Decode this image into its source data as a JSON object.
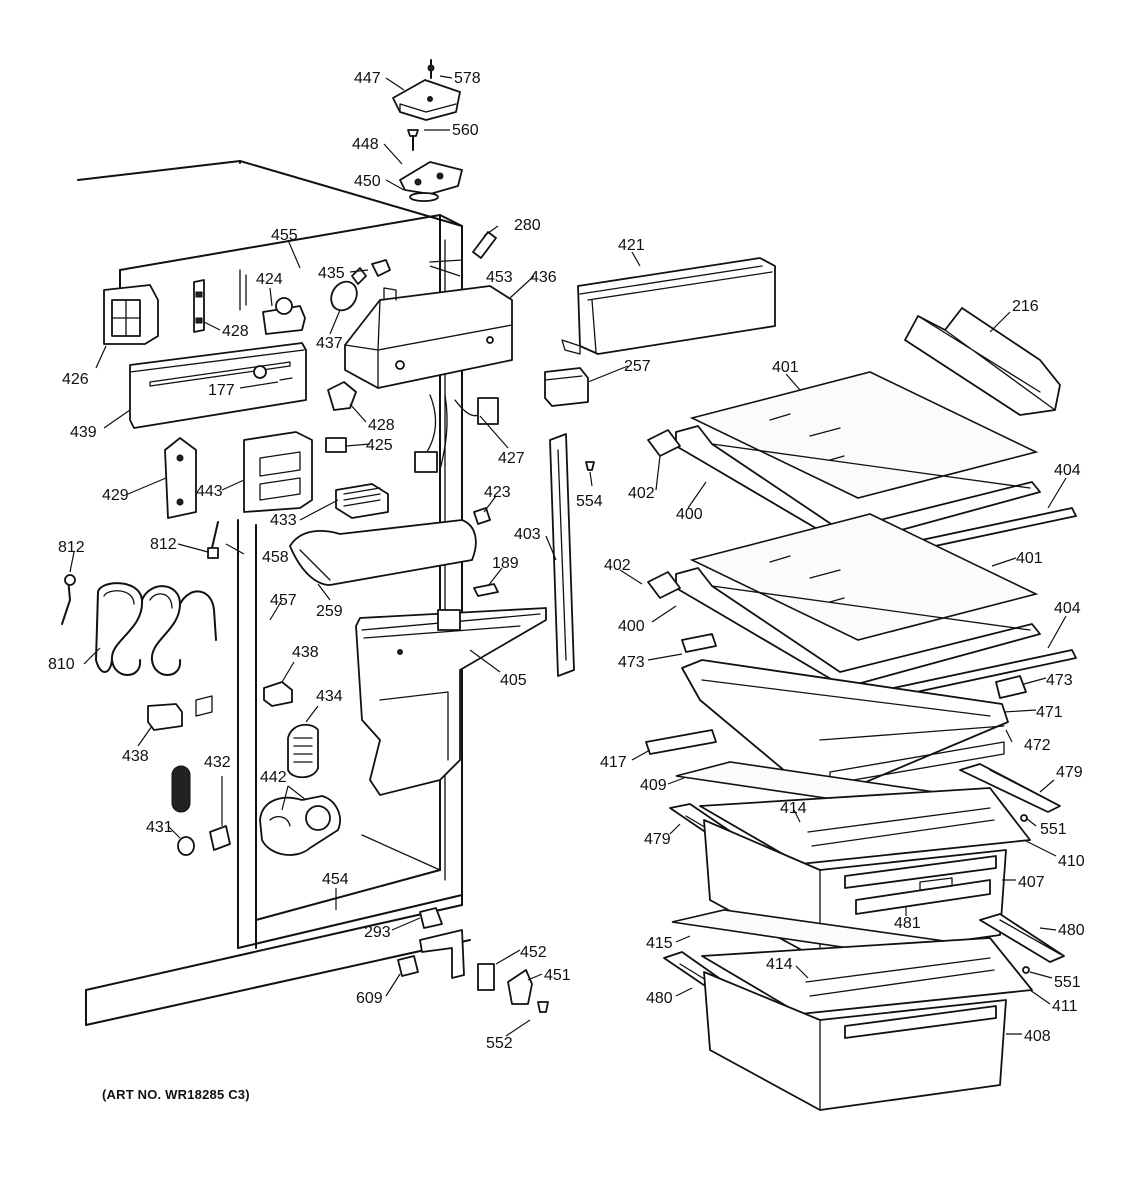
{
  "art_note": "(ART NO. WR18285 C3)",
  "labels": [
    {
      "id": "447",
      "text": "447"
    },
    {
      "id": "578",
      "text": "578"
    },
    {
      "id": "560",
      "text": "560"
    },
    {
      "id": "448",
      "text": "448"
    },
    {
      "id": "450",
      "text": "450"
    },
    {
      "id": "280",
      "text": "280"
    },
    {
      "id": "455",
      "text": "455"
    },
    {
      "id": "435",
      "text": "435"
    },
    {
      "id": "453",
      "text": "453"
    },
    {
      "id": "436",
      "text": "436"
    },
    {
      "id": "421",
      "text": "421"
    },
    {
      "id": "216",
      "text": "216"
    },
    {
      "id": "424",
      "text": "424"
    },
    {
      "id": "428a",
      "text": "428"
    },
    {
      "id": "437",
      "text": "437"
    },
    {
      "id": "257",
      "text": "257"
    },
    {
      "id": "401a",
      "text": "401"
    },
    {
      "id": "426",
      "text": "426"
    },
    {
      "id": "177",
      "text": "177"
    },
    {
      "id": "428b",
      "text": "428"
    },
    {
      "id": "439",
      "text": "439"
    },
    {
      "id": "425",
      "text": "425"
    },
    {
      "id": "427",
      "text": "427"
    },
    {
      "id": "402a",
      "text": "402"
    },
    {
      "id": "554",
      "text": "554"
    },
    {
      "id": "404a",
      "text": "404"
    },
    {
      "id": "429",
      "text": "429"
    },
    {
      "id": "443",
      "text": "443"
    },
    {
      "id": "400a",
      "text": "400"
    },
    {
      "id": "423",
      "text": "423"
    },
    {
      "id": "433",
      "text": "433"
    },
    {
      "id": "403",
      "text": "403"
    },
    {
      "id": "812a",
      "text": "812"
    },
    {
      "id": "812b",
      "text": "812"
    },
    {
      "id": "458",
      "text": "458"
    },
    {
      "id": "401b",
      "text": "401"
    },
    {
      "id": "189",
      "text": "189"
    },
    {
      "id": "402b",
      "text": "402"
    },
    {
      "id": "457",
      "text": "457"
    },
    {
      "id": "259",
      "text": "259"
    },
    {
      "id": "404b",
      "text": "404"
    },
    {
      "id": "400b",
      "text": "400"
    },
    {
      "id": "810",
      "text": "810"
    },
    {
      "id": "473a",
      "text": "473"
    },
    {
      "id": "438a",
      "text": "438"
    },
    {
      "id": "405",
      "text": "405"
    },
    {
      "id": "473b",
      "text": "473"
    },
    {
      "id": "434",
      "text": "434"
    },
    {
      "id": "471",
      "text": "471"
    },
    {
      "id": "472",
      "text": "472"
    },
    {
      "id": "438b",
      "text": "438"
    },
    {
      "id": "417",
      "text": "417"
    },
    {
      "id": "432",
      "text": "432"
    },
    {
      "id": "442",
      "text": "442"
    },
    {
      "id": "479a",
      "text": "479"
    },
    {
      "id": "409",
      "text": "409"
    },
    {
      "id": "414a",
      "text": "414"
    },
    {
      "id": "551a",
      "text": "551"
    },
    {
      "id": "431",
      "text": "431"
    },
    {
      "id": "479b",
      "text": "479"
    },
    {
      "id": "410",
      "text": "410"
    },
    {
      "id": "454",
      "text": "454"
    },
    {
      "id": "407",
      "text": "407"
    },
    {
      "id": "481",
      "text": "481"
    },
    {
      "id": "293",
      "text": "293"
    },
    {
      "id": "480a",
      "text": "480"
    },
    {
      "id": "415",
      "text": "415"
    },
    {
      "id": "452",
      "text": "452"
    },
    {
      "id": "414b",
      "text": "414"
    },
    {
      "id": "451",
      "text": "451"
    },
    {
      "id": "551b",
      "text": "551"
    },
    {
      "id": "609",
      "text": "609"
    },
    {
      "id": "480b",
      "text": "480"
    },
    {
      "id": "411",
      "text": "411"
    },
    {
      "id": "408",
      "text": "408"
    },
    {
      "id": "552",
      "text": "552"
    }
  ]
}
